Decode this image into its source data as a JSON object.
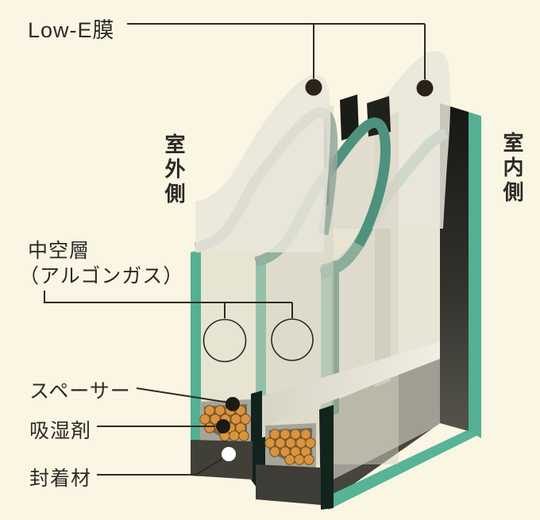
{
  "labels": {
    "low_e_film": "Low-E膜",
    "outdoor_side": "室外側",
    "indoor_side": "室内側",
    "air_layer": "中空層",
    "air_layer_sub": "（アルゴンガス）",
    "spacer": "スペーサー",
    "desiccant": "吸湿剤",
    "sealant": "封着材"
  },
  "colors": {
    "background": "#faf6e3",
    "text": "#2b2a26",
    "glass_edge_green": "#54b092",
    "low_e_ribbon_teal": "#3e8a73",
    "frame_dark": "#403f38",
    "spacer_gray": "#a7a599",
    "desiccant_beads_orange": "#d89440",
    "leader_line": "#2e2a23"
  },
  "figure": {
    "panes": 3,
    "argon_gas_markers": 2,
    "low_e_film_markers": 2
  }
}
